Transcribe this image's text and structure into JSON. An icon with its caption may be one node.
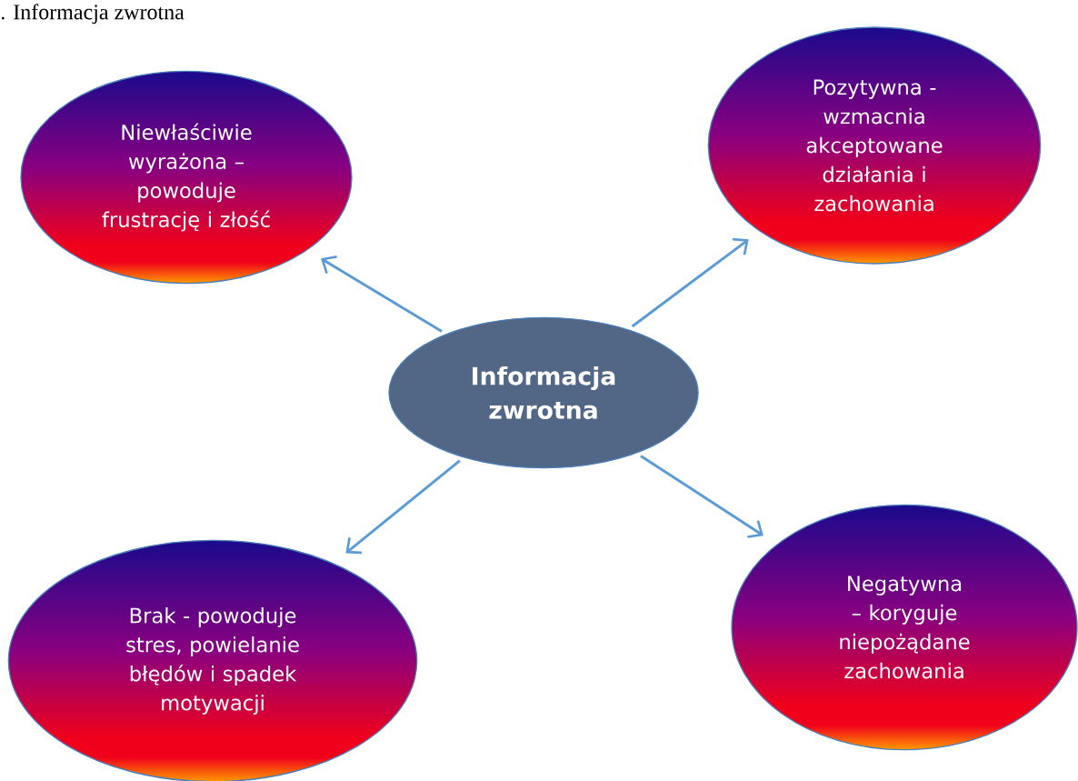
{
  "diagram": {
    "title": ". Informacja zwrotna",
    "nodes": [
      {
        "text": [
          "Informacja zwrotna"
        ]
      },
      {
        "text": [
          "Niewłaściwie wyrażona – powoduje frustrację i złość"
        ]
      },
      {
        "text": [
          "Pozytywna - wzmacnia akceptowane działania i zachowania"
        ]
      },
      {
        "text": [
          "Brak - powoduje stres, powielanie błędów i spadek motywacji"
        ]
      },
      {
        "text": [
          "Negatywna – koryguje niepożądane zachowania"
        ]
      }
    ],
    "edges": [
      {
        "from": 0,
        "to": 1,
        "arrow": "to"
      },
      {
        "from": 0,
        "to": 2,
        "arrow": "to"
      },
      {
        "from": 0,
        "to": 3,
        "arrow": "to"
      },
      {
        "from": 0,
        "to": 4,
        "arrow": "to"
      }
    ]
  }
}
